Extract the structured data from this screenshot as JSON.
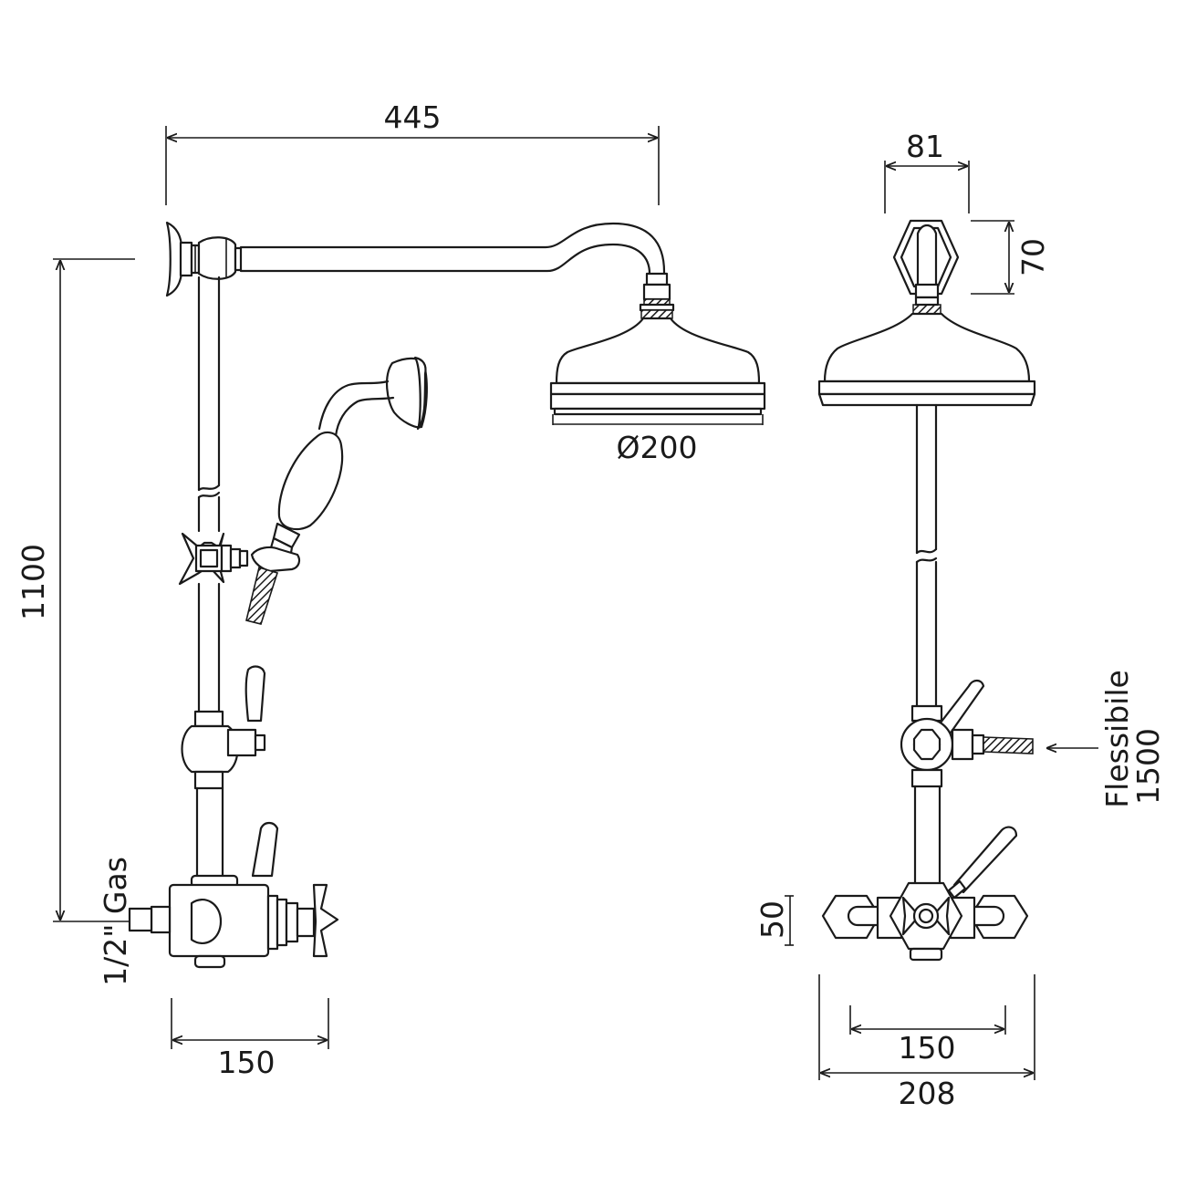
{
  "dimensions": {
    "width_arm": "445",
    "height_total": "1100",
    "head_diameter": "Ø200",
    "inlet_thread": "1/2\" Gas",
    "centers_front": "150",
    "bracket_width": "81",
    "bracket_height": "70",
    "hose_label": "Flessibile",
    "hose_length": "1500",
    "valve_height": "50",
    "centers_side": "150",
    "overall_width": "208"
  },
  "colors": {
    "line": "#1a1a1a",
    "background": "#ffffff"
  }
}
